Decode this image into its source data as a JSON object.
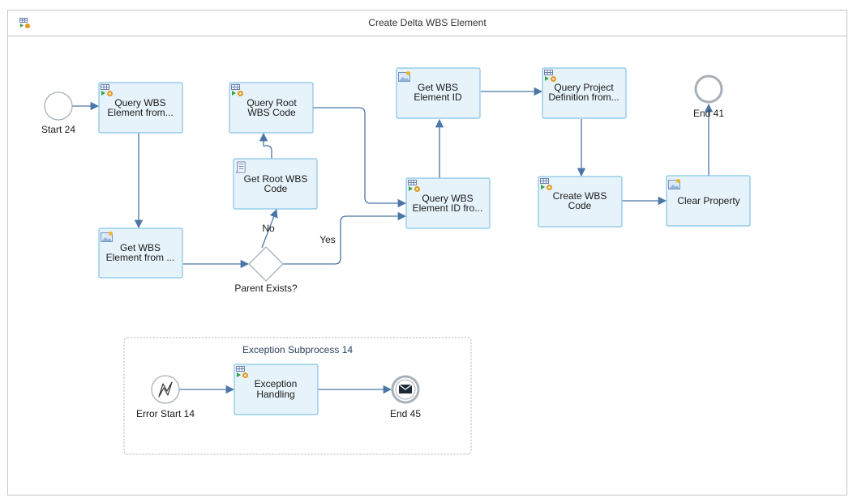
{
  "window": {
    "title": "Create Delta WBS Element",
    "icon": "process-icon"
  },
  "events": {
    "start": "Start 24",
    "end_top": "End 41",
    "error_start": "Error Start 14",
    "end_message": "End 45"
  },
  "tasks": {
    "query_wbs_element": {
      "line1": "Query WBS",
      "line2": "Element from...",
      "icon": "table-service-icon"
    },
    "get_wbs_element": {
      "line1": "Get WBS",
      "line2": "Element from ...",
      "icon": "image-task-icon"
    },
    "query_root_wbs_code": {
      "line1": "Query Root",
      "line2": "WBS Code",
      "icon": "table-service-icon"
    },
    "get_root_wbs_code": {
      "line1": "Get Root WBS",
      "line2": "Code",
      "icon": "script-icon"
    },
    "get_wbs_element_id": {
      "line1": "Get WBS",
      "line2": "Element ID",
      "icon": "image-task-icon"
    },
    "query_wbs_element_id": {
      "line1": "Query WBS",
      "line2": "Element ID fro...",
      "icon": "table-service-icon"
    },
    "query_project_definition": {
      "line1": "Query Project",
      "line2": "Definition from...",
      "icon": "table-service-icon"
    },
    "create_wbs_code": {
      "line1": "Create WBS",
      "line2": "Code",
      "icon": "table-service-icon"
    },
    "clear_property": {
      "line1": "Clear Property",
      "line2": "",
      "icon": "image-task-icon"
    },
    "exception_handling": {
      "line1": "Exception",
      "line2": "Handling",
      "icon": "table-service-icon"
    }
  },
  "gateway": {
    "label": "Parent Exists?",
    "yes_label": "Yes",
    "no_label": "No"
  },
  "subprocess": {
    "title": "Exception Subprocess 14"
  },
  "colors": {
    "task_fill": "#e6f3fb",
    "task_border": "#87c3e6",
    "edge": "#4b76a6",
    "event_border": "#a8b0b8"
  }
}
